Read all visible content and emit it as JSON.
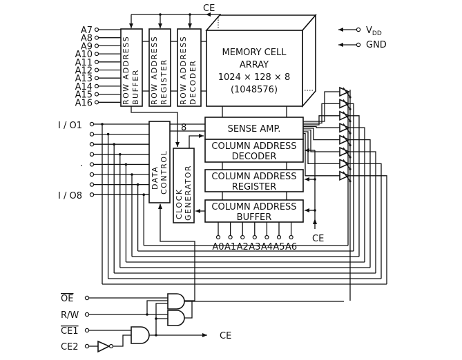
{
  "diagram": {
    "type": "block-diagram",
    "subject": "1M-bit (128K x 8) static memory block diagram",
    "row_address_pins": [
      "A7",
      "A8",
      "A9",
      "A10",
      "A11",
      "A12",
      "A13",
      "A14",
      "A15",
      "A16"
    ],
    "column_address_pins": [
      "A0",
      "A1",
      "A2",
      "A3",
      "A4",
      "A5",
      "A6"
    ],
    "io_pins": {
      "first": "I / O1",
      "last": "I / O8",
      "count": 8,
      "ellipsis": "‧"
    },
    "power_pins": {
      "vdd": "V",
      "vdd_sub": "DD",
      "gnd": "GND"
    },
    "control_pins": {
      "oe": "OE",
      "rw": "R/W",
      "ce1": "CE1",
      "ce2": "CE2"
    },
    "ce_label": "CE",
    "bus_width_label": "8",
    "blocks": {
      "row_address_buffer": [
        "ROW ADDRESS",
        "BUFFER"
      ],
      "row_address_register": [
        "ROW ADDRESS",
        "REGISTER"
      ],
      "row_address_decoder": [
        "ROW ADDRESS",
        "DECODER"
      ],
      "memory_cell_array": [
        "MEMORY CELL",
        "ARRAY",
        "1024 × 128 × 8",
        "(1048576)"
      ],
      "sense_amp": "SENSE AMP.",
      "column_address_decoder": [
        "COLUMN ADDRESS",
        "DECODER"
      ],
      "column_address_register": [
        "COLUMN ADDRESS",
        "REGISTER"
      ],
      "column_address_buffer": [
        "COLUMN ADDRESS",
        "BUFFER"
      ],
      "data_control": [
        "DATA",
        "CONTROL"
      ],
      "clock_generator": [
        "CLOCK",
        "GENERATOR"
      ]
    }
  }
}
